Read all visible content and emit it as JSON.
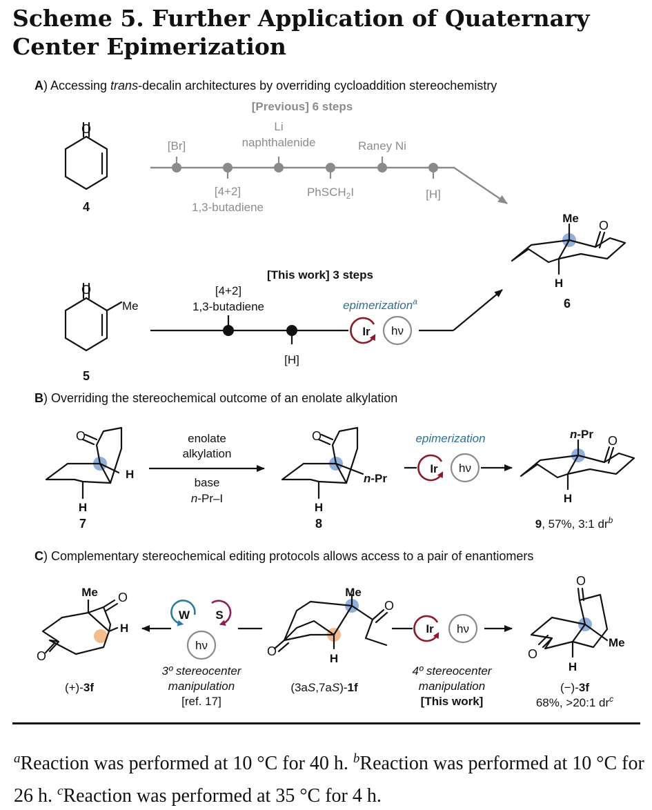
{
  "title": "Scheme 5. Further Application of Quaternary Center Epimerization",
  "sectionA": {
    "letter": "A",
    "heading_pre": ") Accessing ",
    "heading_em": "trans",
    "heading_post": "-decalin architectures by overriding cycloaddition stereochemistry",
    "previous_label": "[Previous] 6 steps",
    "step_br": "[Br]",
    "step_4p2": "[4+2]",
    "step_butadiene": "1,3-butadiene",
    "step_li": "Li",
    "step_naphthalenide": "naphthalenide",
    "step_phsch2i_pre": "PhSCH",
    "step_phsch2i_sub": "2",
    "step_phsch2i_post": "I",
    "step_raney": "Raney Ni",
    "step_h": "[H]",
    "this_work_label": "[This work] 3 steps",
    "new_4p2": "[4+2]",
    "new_butadiene": "1,3-butadiene",
    "new_h": "[H]",
    "epimerization_label": "epimerization",
    "epimerization_sup": "a",
    "ir": "Ir",
    "hv": "hν",
    "cmpd_4": "4",
    "cmpd_5": "5",
    "cmpd_6": "6",
    "O": "O",
    "Me": "Me",
    "H": "H"
  },
  "sectionB": {
    "letter": "B",
    "heading": ") Overriding the stereochemical outcome of an enolate alkylation",
    "cond1": "enolate",
    "cond2": "alkylation",
    "cond3": "base",
    "cond4_em": "n",
    "cond4_rest": "-Pr–I",
    "epimerization_label": "epimerization",
    "ir": "Ir",
    "hv": "hν",
    "cmpd_7": "7",
    "cmpd_8": "8",
    "cmpd_9": "9",
    "yield_9": ", 57%, 3:1 dr",
    "yield_9_sup": "b",
    "npr_n": "n",
    "npr_rest": "-Pr",
    "O": "O",
    "H": "H"
  },
  "sectionC": {
    "letter": "C",
    "heading": ") Complementary stereochemical editing protocols allows access to a pair of enantiomers",
    "w": "W",
    "s": "S",
    "hv": "hν",
    "ir": "Ir",
    "left_cap1": "3º stereocenter",
    "left_cap2": "manipulation",
    "left_cap3": "[ref. 17]",
    "right_cap1": "4º stereocenter",
    "right_cap2": "manipulation",
    "right_cap3": "[This work]",
    "cmpd_left_pre": "(+)-",
    "cmpd_left_bold": "3f",
    "cmpd_mid_pre": "(3a",
    "cmpd_mid_s1": "S",
    "cmpd_mid_mid": ",7a",
    "cmpd_mid_s2": "S",
    "cmpd_mid_post": ")-",
    "cmpd_mid_bold": "1f",
    "cmpd_right_pre": "(−)-",
    "cmpd_right_bold": "3f",
    "yield_right": "68%, >20:1 dr",
    "yield_right_sup": "c",
    "O": "O",
    "Me": "Me",
    "H": "H"
  },
  "footnotes": {
    "a_mark": "a",
    "a_text": "Reaction was performed at 10 °C for 40 h. ",
    "b_mark": "b",
    "b_text": "Reaction was performed at 10 °C for 26 h. ",
    "c_mark": "c",
    "c_text": "Reaction was performed at 35 °C for 4 h."
  },
  "colors": {
    "ink": "#111111",
    "gray_route": "#8a8a8a",
    "gray_text": "#8c8c8c",
    "iridium_red": "#8b1a2b",
    "epimerization_blue": "#2f6f93",
    "tungsten_blue": "#2a7aa6",
    "sulfur_purple": "#8e1d55",
    "quaternary_highlight": "#7fa2d6",
    "tertiary_highlight": "#f2b27a"
  }
}
